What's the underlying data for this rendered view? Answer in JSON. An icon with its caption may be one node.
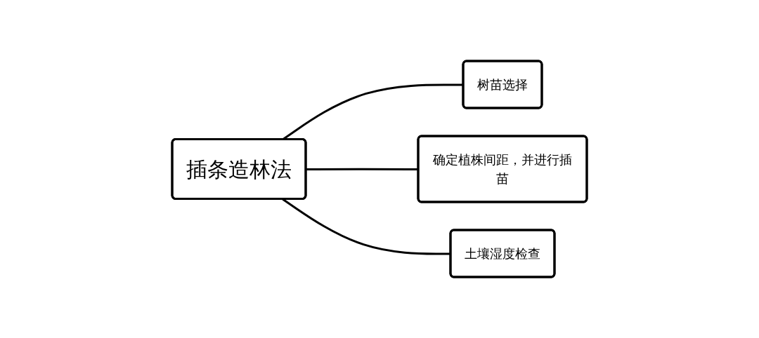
{
  "diagram": {
    "nodes": [
      {
        "text": [
          "插条造林法"
        ]
      },
      {
        "text": [
          "树苗选择"
        ]
      },
      {
        "text": [
          "确定植株间距，并进行插苗"
        ]
      },
      {
        "text": [
          "土壤湿度检查"
        ]
      }
    ],
    "edges": [
      {
        "from": 0,
        "to": 1,
        "arrow": "none"
      },
      {
        "from": 0,
        "to": 2,
        "arrow": "none"
      },
      {
        "from": 0,
        "to": 3,
        "arrow": "none"
      }
    ]
  }
}
